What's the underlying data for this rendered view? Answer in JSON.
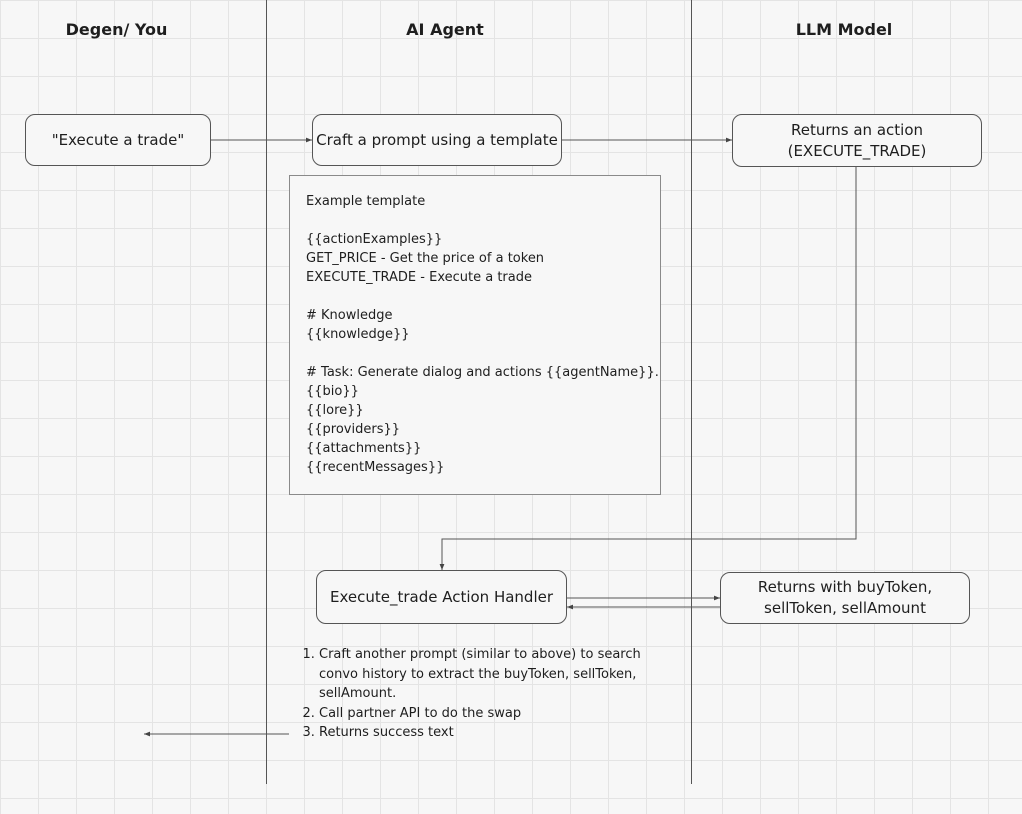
{
  "lanes": {
    "user": "Degen/ You",
    "agent": "AI Agent",
    "llm": "LLM Model"
  },
  "nodes": {
    "execute_request": "\"Execute a trade\"",
    "craft_prompt": "Craft a prompt using a template",
    "returns_action_line1": "Returns an action",
    "returns_action_line2": "(EXECUTE_TRADE)",
    "action_handler": "Execute_trade Action Handler",
    "returns_tokens_line1": "Returns with buyToken,",
    "returns_tokens_line2": "sellToken, sellAmount"
  },
  "template": {
    "lines": [
      "Example template",
      "",
      "{{actionExamples}}",
      "GET_PRICE - Get the price of a token",
      "EXECUTE_TRADE - Execute a trade",
      "",
      "# Knowledge",
      "{{knowledge}}",
      "",
      "# Task: Generate dialog and actions {{agentName}}.",
      "{{bio}}",
      "{{lore}}",
      "{{providers}}",
      "{{attachments}}",
      "{{recentMessages}}"
    ]
  },
  "steps": [
    "Craft another prompt (similar to above) to search convo history to extract the buyToken, sellToken, sellAmount.",
    "Call partner API to do the swap",
    "Returns success text"
  ]
}
